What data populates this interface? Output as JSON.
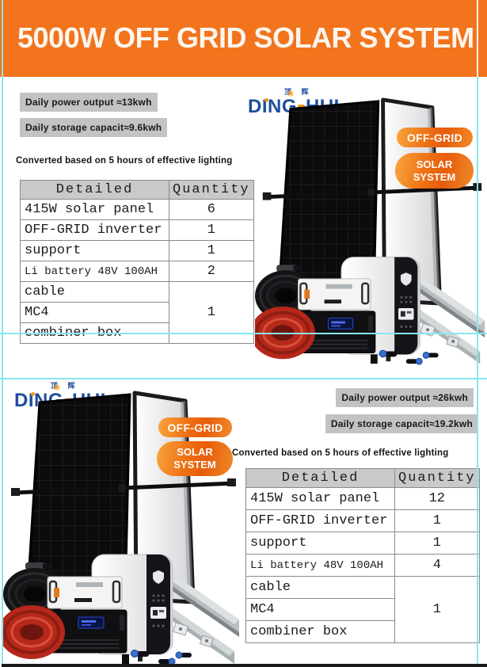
{
  "banner": {
    "title": "5000W OFF GRID SOLAR SYSTEM"
  },
  "brand": {
    "cn": "顶 辉",
    "en_left": "DING",
    "en_right": "HUI",
    "sun_icon": "☀"
  },
  "colors": {
    "banner_orange": "#f2741d",
    "pill_orange_light": "#f8a53c",
    "pill_orange_dark": "#e75c0b",
    "badge_gray": "#c3c3c3",
    "table_header_gray": "#c9c9c9",
    "divider_cyan": "#87e7ee",
    "logo_blue": "#1d4e9e"
  },
  "sections": [
    {
      "badges": {
        "power": "Daily power output ≈13kwh",
        "storage": "Daily storage capacit≈9.6kwh"
      },
      "note": "Converted based on 5 hours of effective lighting",
      "pills": {
        "offgrid": "OFF-GRID",
        "solar_line1": "SOLAR",
        "solar_line2": "SYSTEM"
      },
      "table": {
        "headers": [
          "Detailed",
          "Quantity"
        ],
        "rows": [
          [
            "415W solar panel",
            "6"
          ],
          [
            "OFF-GRID inverter",
            "1"
          ],
          [
            "support",
            "1"
          ],
          [
            "Li battery 48V 100AH",
            "2"
          ]
        ],
        "merged_items": [
          "cable",
          "MC4",
          "combiner box"
        ],
        "merged_qty": "1"
      }
    },
    {
      "badges": {
        "power": "Daily power output ≈26kwh",
        "storage": "Daily storage capacit≈19.2kwh"
      },
      "note": "Converted based on 5 hours of effective lighting",
      "pills": {
        "offgrid": "OFF-GRID",
        "solar_line1": "SOLAR",
        "solar_line2": "SYSTEM"
      },
      "table": {
        "headers": [
          "Detailed",
          "Quantity"
        ],
        "rows": [
          [
            "415W solar panel",
            "12"
          ],
          [
            "OFF-GRID inverter",
            "1"
          ],
          [
            "support",
            "1"
          ],
          [
            "Li battery 48V 100AH",
            "4"
          ]
        ],
        "merged_items": [
          "cable",
          "MC4",
          "combiner box"
        ],
        "merged_qty": "1"
      }
    }
  ]
}
